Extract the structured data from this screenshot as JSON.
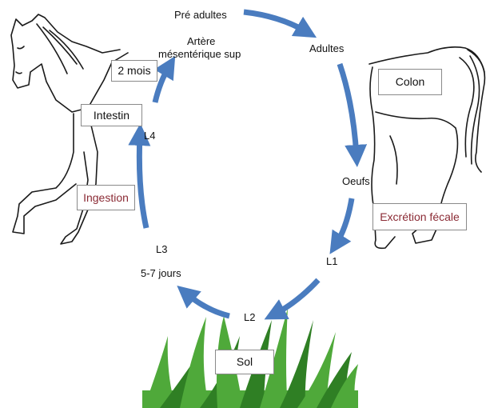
{
  "stages": {
    "pre_adultes": "Pré adultes",
    "artere_line1": "Artère",
    "artere_line2": "mésentérique sup",
    "adultes": "Adultes",
    "oeufs": "Oeufs",
    "l1": "L1",
    "l2": "L2",
    "l3": "L3",
    "l3_duration": "5-7 jours",
    "l4": "L4"
  },
  "boxes": {
    "deux_mois": "2 mois",
    "intestin": "Intestin",
    "colon": "Colon",
    "ingestion": "Ingestion",
    "excretion": "Excrétion fécale",
    "sol": "Sol"
  },
  "colors": {
    "arrow": "#4a7cbf",
    "grass": "#4fa93a",
    "grass_dark": "#2f7f24",
    "line_art": "#1a1a1a",
    "red_text": "#8b2b35"
  }
}
